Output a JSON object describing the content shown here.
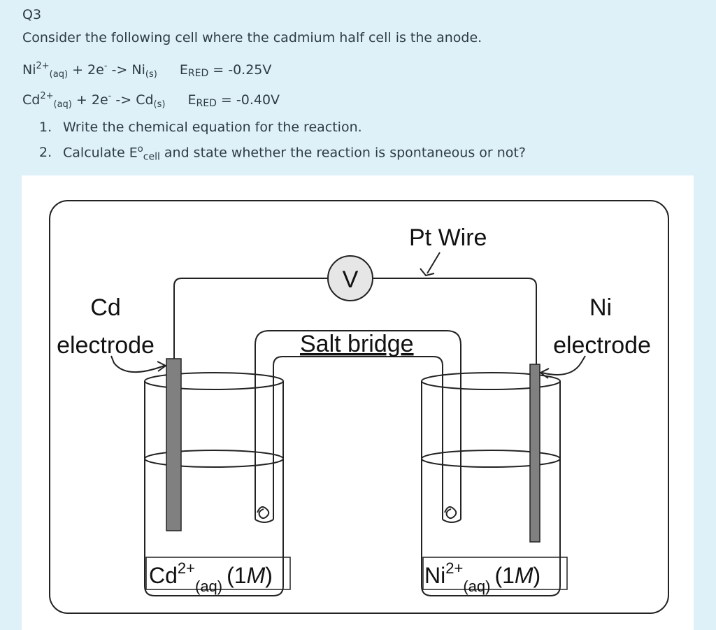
{
  "question": {
    "label": "Q3",
    "intro": "Consider the following cell where the cadmium half cell is the anode.",
    "reactions": [
      {
        "species": "Ni",
        "charge": "2+",
        "state_aq": "(aq)",
        "middle": " + 2e",
        "electron_sup": "-",
        "arrow": " -> ",
        "product": "Ni",
        "state_s": "(s)",
        "e_label": "E",
        "e_sub": "RED",
        "e_value": " = -0.25V"
      },
      {
        "species": "Cd",
        "charge": "2+",
        "state_aq": "(aq)",
        "middle": " + 2e",
        "electron_sup": "-",
        "arrow": " -> ",
        "product": "Cd",
        "state_s": "(s)",
        "e_label": "E",
        "e_sub": "RED",
        "e_value": " = -0.40V"
      }
    ],
    "tasks": [
      {
        "num": "1.",
        "text": "Write the chemical equation for the reaction."
      },
      {
        "num": "2.",
        "pre": "Calculate E",
        "sup": "o",
        "sub": "cell",
        "post": " and state whether the reaction is spontaneous or not?"
      }
    ]
  },
  "diagram": {
    "pt_wire": "Pt Wire",
    "voltmeter": "V",
    "salt_bridge": "Salt bridge",
    "cd_label_1": "Cd",
    "cd_label_2": "electrode",
    "ni_label_1": "Ni",
    "ni_label_2": "electrode",
    "left_solution": {
      "ion": "Cd",
      "charge": "2+",
      "state": "(aq)",
      "conc": "(1",
      "conc_unit": "M",
      "close": ")"
    },
    "right_solution": {
      "ion": "Ni",
      "charge": "2+",
      "state": "(aq)",
      "conc": "(1",
      "conc_unit": "M",
      "close": ")"
    }
  }
}
